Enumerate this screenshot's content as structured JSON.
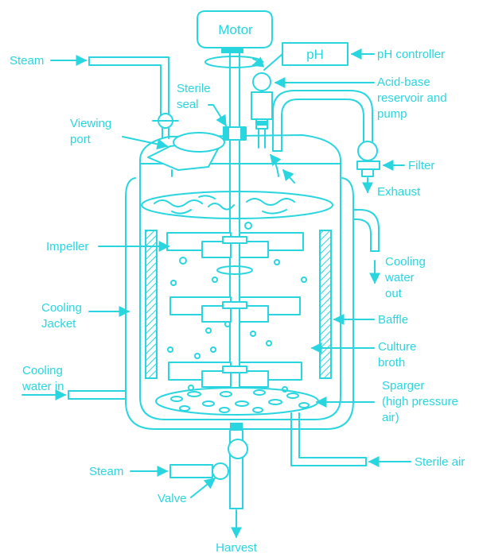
{
  "colors": {
    "accent": "#29d6e0",
    "background": "#ffffff"
  },
  "labels": {
    "motor": "Motor",
    "ph": "pH",
    "ph_controller": "pH controller",
    "steam_top": "Steam",
    "sterile_seal": [
      "Sterile",
      "seal"
    ],
    "acid_base": [
      "Acid-base",
      "reservoir and",
      "pump"
    ],
    "viewing_port": [
      "Viewing",
      "port"
    ],
    "filter": "Filter",
    "exhaust": "Exhaust",
    "impeller": "Impeller",
    "cooling_water_out": [
      "Cooling",
      "water",
      "out"
    ],
    "cooling_jacket": [
      "Cooling",
      "Jacket"
    ],
    "baffle": "Baffle",
    "culture_broth": [
      "Culture",
      "broth"
    ],
    "cooling_water_in": [
      "Cooling",
      "water in"
    ],
    "sparger": [
      "Sparger",
      "(high pressure",
      "air)"
    ],
    "steam_bottom": "Steam",
    "sterile_air": "Sterile air",
    "valve": "Valve",
    "harvest": "Harvest"
  }
}
